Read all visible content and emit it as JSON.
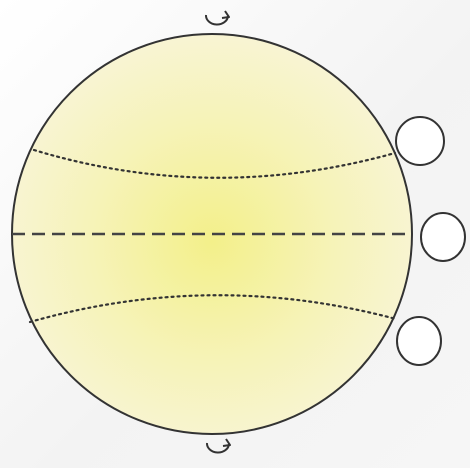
{
  "figure": {
    "colors": {
      "sphere_center": "#f3f08a",
      "sphere_mid": "#f6f3b8",
      "sphere_edge": "#f8f4d7",
      "line": "#333333"
    },
    "icons": {
      "top_rotation": "rotation-arrow-icon",
      "bottom_rotation": "rotation-arrow-icon"
    },
    "side_circles": [
      "upper",
      "equator",
      "lower"
    ]
  }
}
